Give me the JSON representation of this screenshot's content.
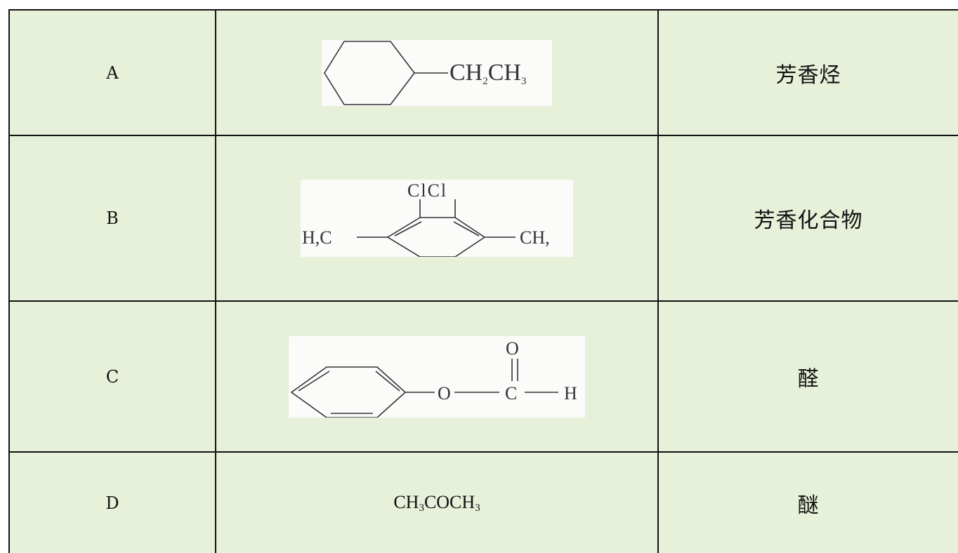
{
  "table": {
    "rows": [
      {
        "option": "A",
        "structure": {
          "kind": "image",
          "substituent": "CH",
          "sub1": "2",
          "mid": "CH",
          "sub2": "3"
        },
        "category": "芳香烃"
      },
      {
        "option": "B",
        "structure": {
          "kind": "image",
          "top_label": "ClCl",
          "left_label": "H,C",
          "right_label": "CH,"
        },
        "category": "芳香化合物"
      },
      {
        "option": "C",
        "structure": {
          "kind": "image",
          "o_label": "O",
          "top_o_label": "O",
          "c_label": "C",
          "h_label": "H"
        },
        "category": "醛"
      },
      {
        "option": "D",
        "structure": {
          "kind": "text",
          "f1": "CH",
          "s1": "3",
          "f2": "COCH",
          "s2": "3"
        },
        "category": "醚"
      }
    ]
  },
  "colors": {
    "cell_background": "#e7f0d9",
    "border": "#111111",
    "image_background": "#fbfbfa"
  }
}
